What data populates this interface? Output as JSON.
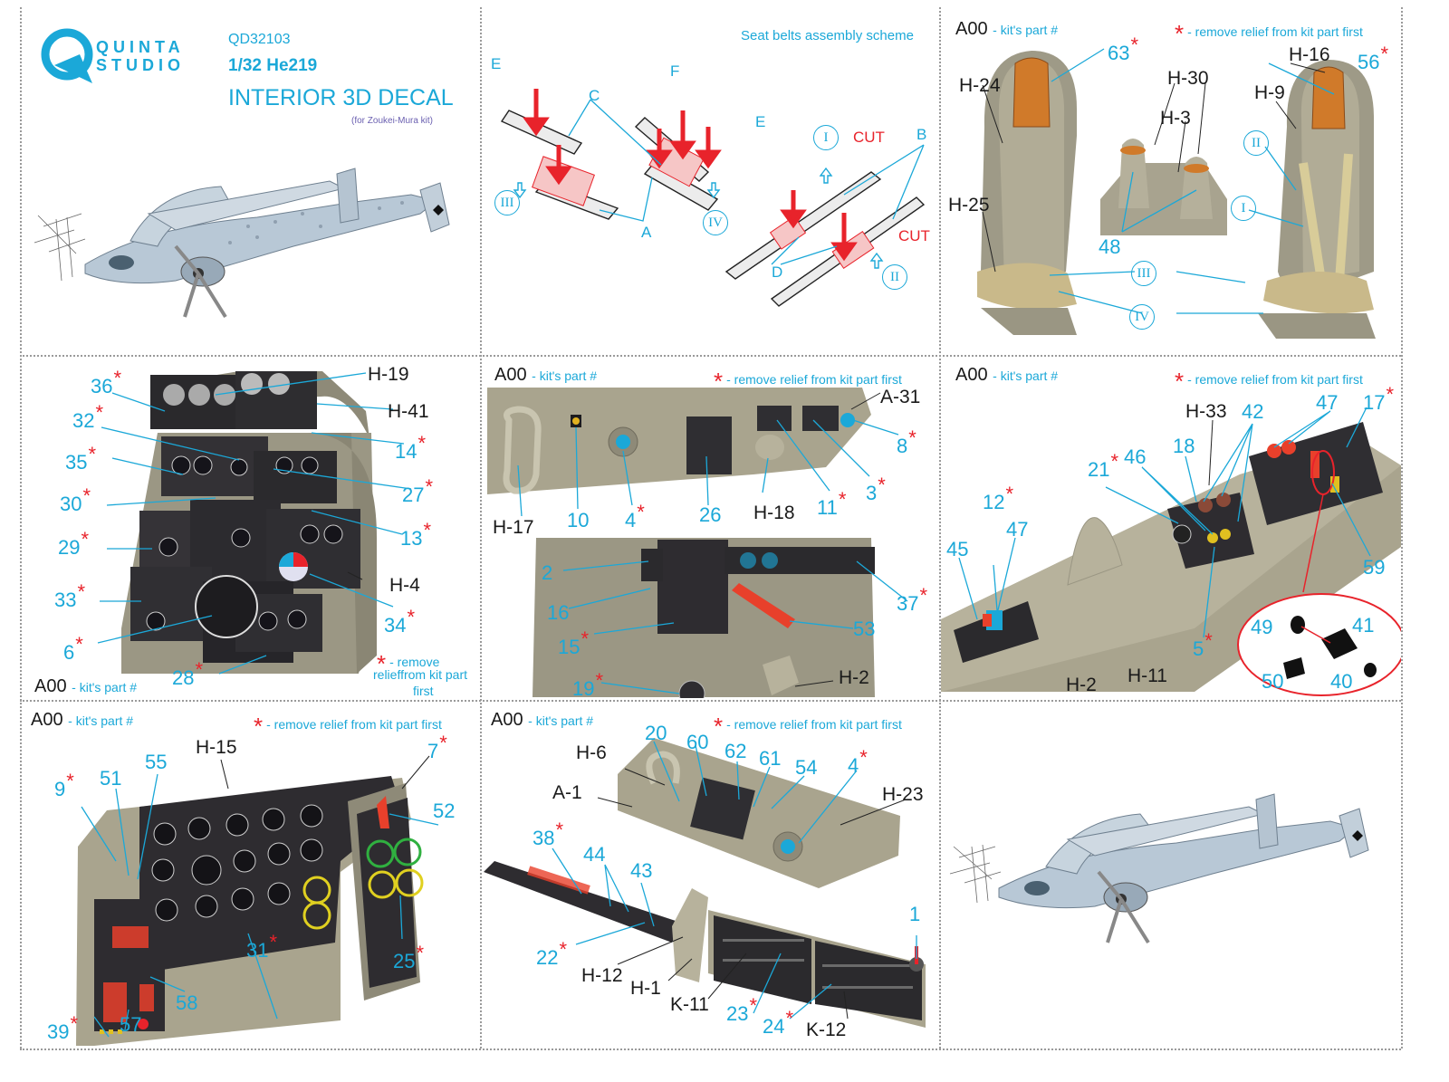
{
  "brand": {
    "line1": "QUINTA",
    "line2": "STUDIO"
  },
  "product": {
    "code": "QD32103",
    "scale": "1/32 He219",
    "title": "INTERIOR 3D DECAL",
    "subtitle": "(for Zoukei-Mura kit)"
  },
  "common": {
    "kit_part": "A00",
    "kit_part_sub": "- kit's part #",
    "remove_note": "- remove relief from kit part first",
    "star": "*"
  },
  "seatbelt": {
    "title": "Seat belts assembly scheme",
    "letters": [
      "E",
      "C",
      "F",
      "E",
      "A",
      "B",
      "D"
    ],
    "cut": "CUT",
    "romans": [
      "III",
      "IV",
      "I",
      "II",
      "I",
      "II",
      "III",
      "IV"
    ]
  },
  "seats": {
    "parts": [
      "H-24",
      "H-30",
      "H-3",
      "H-16",
      "H-9",
      "H-25"
    ],
    "numbers": [
      "63",
      "56",
      "48"
    ]
  },
  "main_panel": {
    "parts": [
      "H-19",
      "H-41",
      "H-4"
    ],
    "numbers": [
      "36",
      "32",
      "35",
      "30",
      "29",
      "33",
      "6",
      "14",
      "27",
      "13",
      "34",
      "28"
    ],
    "note_line1": "- remove",
    "note_line2": "relieffrom kit part",
    "note_line3": "first"
  },
  "side_panel": {
    "parts": [
      "A-31",
      "H-17",
      "H-18",
      "H-2"
    ],
    "numbers": [
      "8",
      "10",
      "4",
      "26",
      "11",
      "3",
      "2",
      "16",
      "15",
      "19",
      "53",
      "37"
    ]
  },
  "console": {
    "parts": [
      "H-33",
      "H-2",
      "H-11"
    ],
    "numbers": [
      "42",
      "47",
      "17",
      "18",
      "46",
      "21",
      "12",
      "47",
      "45",
      "5",
      "59",
      "49",
      "41",
      "50",
      "40"
    ]
  },
  "front_panel": {
    "parts": [
      "H-15"
    ],
    "numbers": [
      "7",
      "9",
      "51",
      "55",
      "52",
      "31",
      "25",
      "58",
      "39",
      "57"
    ]
  },
  "left_panel": {
    "parts": [
      "H-6",
      "A-1",
      "H-23",
      "H-12",
      "H-1",
      "K-11",
      "K-12"
    ],
    "numbers": [
      "20",
      "60",
      "62",
      "61",
      "54",
      "4",
      "38",
      "44",
      "43",
      "22",
      "1",
      "23",
      "24"
    ]
  },
  "colors": {
    "accent": "#1ba8d8",
    "star": "#e8232b",
    "resin": "#a9a48e",
    "panel": "#2e2c30"
  }
}
